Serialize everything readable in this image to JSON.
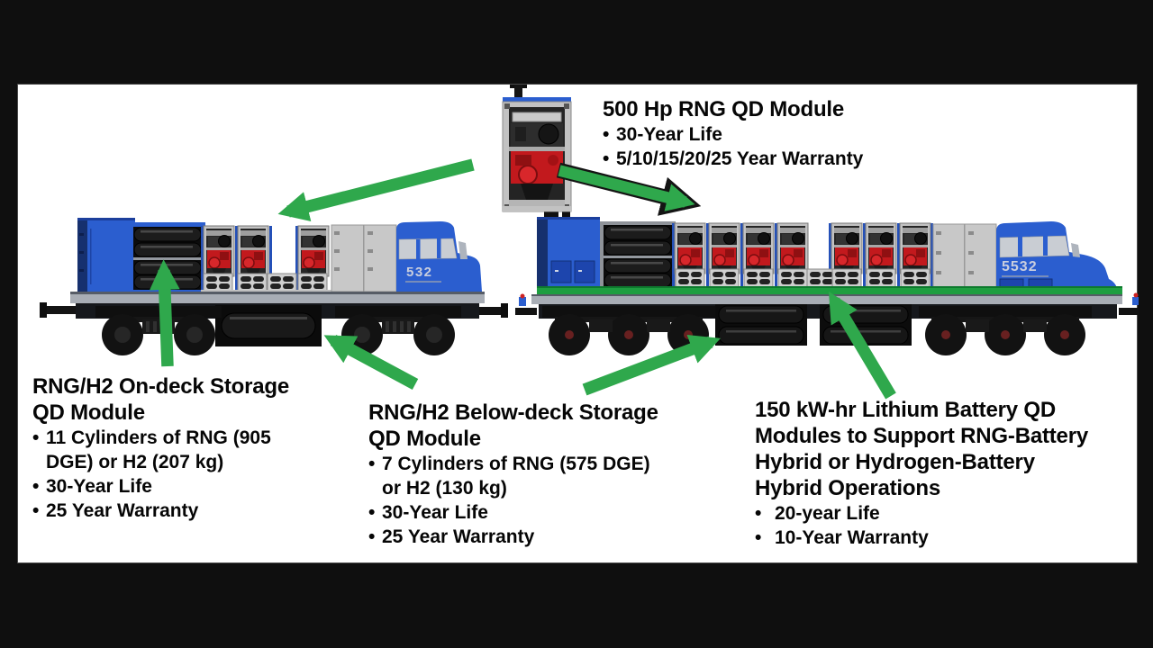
{
  "colors": {
    "page_bg": "#0f0f0f",
    "canvas_bg": "#ffffff",
    "arrow_green": "#2fa84c",
    "loco_blue": "#2b5ecf",
    "loco_dark_blue": "#16306e",
    "engine_red": "#c2191d",
    "green_stripe": "#1e9e40",
    "text_black": "#060606"
  },
  "bullet_glyph": "•",
  "locomotives": {
    "left_cab_number": "532",
    "right_cab_number": "5532"
  },
  "annotations": {
    "engine_module": {
      "title": "500 Hp RNG QD Module",
      "bullet1": "30-Year Life",
      "bullet2": "5/10/15/20/25 Year Warranty"
    },
    "ondeck_storage": {
      "title_line1": "RNG/H2 On-deck Storage",
      "title_line2": "QD Module",
      "bullet1_line1": "11 Cylinders of RNG (905",
      "bullet1_line2": "DGE) or H2 (207 kg)",
      "bullet2": "30-Year Life",
      "bullet3": "25 Year Warranty"
    },
    "belowdeck_storage": {
      "title_line1": "RNG/H2 Below-deck Storage",
      "title_line2": "QD Module",
      "bullet1_line1": "7 Cylinders of RNG (575 DGE)",
      "bullet1_line2": "or H2 (130 kg)",
      "bullet2": "30-Year Life",
      "bullet3": "25 Year Warranty"
    },
    "battery_module": {
      "title_line1": "150 kW-hr Lithium Battery QD",
      "title_line2": "Modules to Support RNG-Battery",
      "title_line3": "Hybrid or Hydrogen-Battery",
      "title_line4": "Hybrid Operations",
      "bullet1": "20-year Life",
      "bullet2": "10-Year Warranty"
    }
  }
}
